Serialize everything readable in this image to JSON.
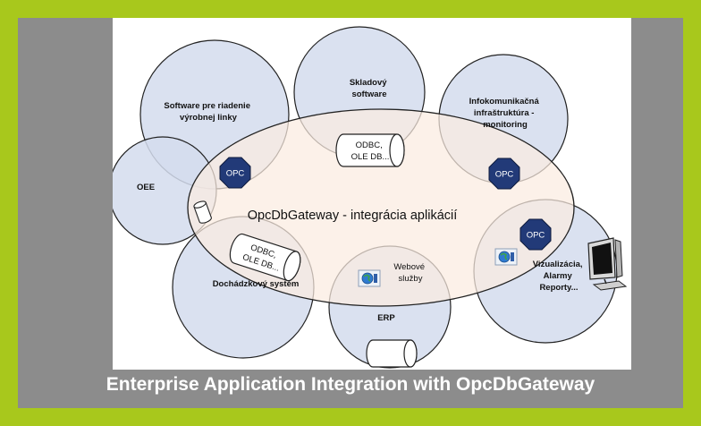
{
  "caption": "Enterprise Application Integration with OpcDbGateway",
  "center_label": "OpcDbGateway - integrácia aplikácií",
  "nodes": {
    "software_riadenie": [
      "Software pre riadenie",
      "výrobnej linky"
    ],
    "skladovy": [
      "Skladový",
      "software"
    ],
    "infokomunikacna": [
      "Infokomunikačná",
      "infraštruktúra -",
      "monitoring"
    ],
    "oee": "OEE",
    "dochadzkovy": "Dochádzkový systém",
    "erp": "ERP",
    "webove": [
      "Webové",
      "služby"
    ],
    "vizualizacia": [
      "Vizualizácia,",
      "Alarmy",
      "Reporty..."
    ]
  },
  "badges": {
    "opc": "OPC"
  },
  "db_labels": {
    "skladovy": [
      "ODBC,",
      "OLE DB..."
    ],
    "dochadzkovy": [
      "ODBC,",
      "OLE DB..."
    ]
  },
  "colors": {
    "frame": "#a8c81c",
    "panel": "#8c8c8c",
    "circle_fill": "#d4dced",
    "ellipse_fill": "#fbebe0",
    "opc_fill": "#223a78"
  },
  "icons": [
    "opc-octagon-icon",
    "database-cylinder-icon",
    "globe-icon",
    "monitor-icon"
  ]
}
